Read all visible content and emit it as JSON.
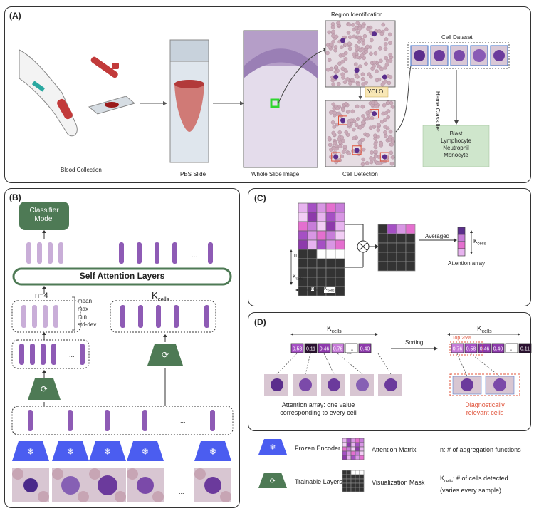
{
  "panelA": {
    "label": "(A)",
    "blood_collection": "Blood Collection",
    "pbs_slide": "PBS Slide",
    "whole_slide_image": "Whole Slide Image",
    "region_identification": "Region Identification",
    "yolo": "YOLO",
    "cell_detection": "Cell Detection",
    "cell_dataset": "Cell Dataset",
    "heme_classifier": "Heme Classifier",
    "classes": [
      "Blast",
      "Lymphocyte",
      "Neutrophil",
      "Monocyte"
    ]
  },
  "panelB": {
    "label": "(B)",
    "classifier_model": [
      "Classifier",
      "Model"
    ],
    "self_attention": "Self Attention Layers",
    "n_label": "n=4",
    "k_label": "K",
    "k_sub": "cells",
    "stats": [
      "mean",
      "max",
      "min",
      "std-dev"
    ],
    "ellipsis": "..."
  },
  "panelC": {
    "label": "(C)",
    "averaged": "Averaged",
    "kcells": "K",
    "kcells_sub": "cells",
    "n": "n",
    "attention_array": "Attention array"
  },
  "panelD": {
    "label": "(D)",
    "k": "K",
    "k_sub": "cells",
    "unsorted": [
      "0.58",
      "0.11",
      "0.46",
      "0.76",
      "...",
      "0.40"
    ],
    "sorted": [
      "0.76",
      "0.58",
      "0.46",
      "0.40",
      "...",
      "0.11"
    ],
    "sorting": "Sorting",
    "top25": "Top 25%",
    "attention_desc": [
      "Attention array: one value",
      "corresponding to every cell"
    ],
    "diag": [
      "Diagnostically",
      "relevant cells"
    ],
    "ellipsis": "..."
  },
  "legend": {
    "frozen_encoder": "Frozen Encoder",
    "trainable_layers": "Trainable Layers",
    "attention_matrix": "Attention Matrix",
    "visualization_mask": "Visualization Mask",
    "n_desc": "n: # of aggregation functions",
    "k_desc_main": "K",
    "k_desc_sub": "cells",
    "k_desc_rest": ": # of cells detected",
    "k_desc_2": "(varies every sample)"
  },
  "colors": {
    "purple": "#8e5bb5",
    "light_purple": "#c9aed8",
    "dark_green": "#4e7a55",
    "blue": "#4b5df0",
    "classifier_green": "#cfe6cc",
    "red_text": "#e0533a"
  }
}
